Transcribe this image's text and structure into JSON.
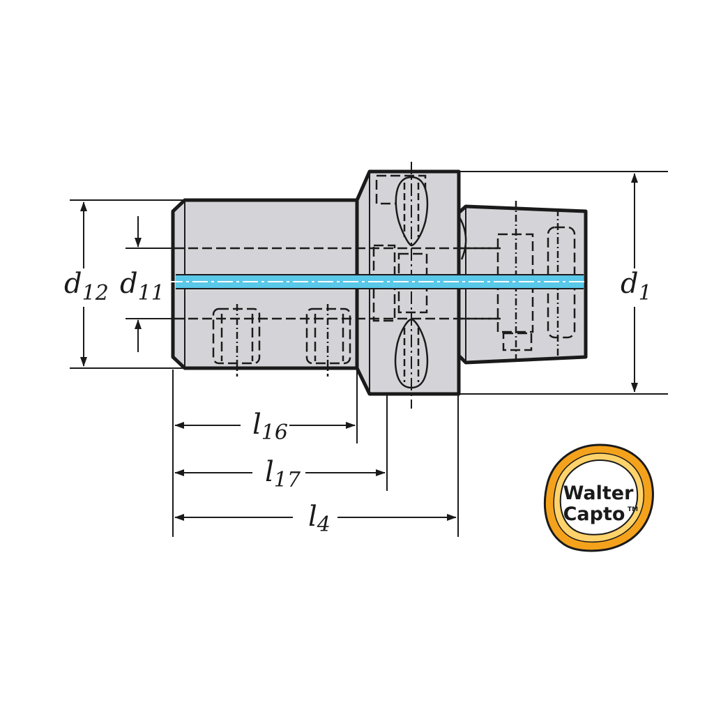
{
  "labels": {
    "d12": {
      "main": "d",
      "sub": "12"
    },
    "d11": {
      "main": "d",
      "sub": "11"
    },
    "d1": {
      "main": "d",
      "sub": "1"
    },
    "l16": {
      "main": "l",
      "sub": "16"
    },
    "l17": {
      "main": "l",
      "sub": "17"
    },
    "l4": {
      "main": "l",
      "sub": "4"
    }
  },
  "logo": {
    "line1": "Walter",
    "line2": "Capto",
    "trademark": "TM"
  },
  "colors": {
    "body_fill": "#d4d4d8",
    "outline": "#1a1a1a",
    "coolant_channel": "#5ac8e8",
    "logo_ring": "#f4a21c",
    "logo_inner_ring": "#ffd36b"
  }
}
